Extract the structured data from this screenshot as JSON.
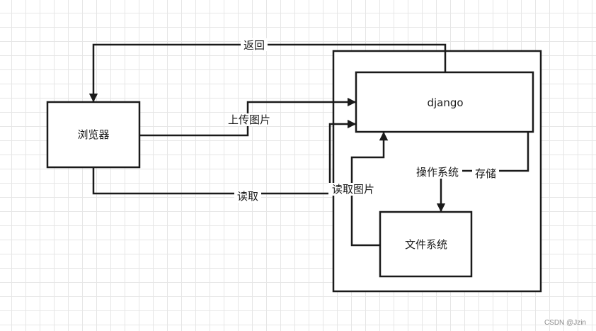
{
  "nodes": {
    "browser": "浏览器",
    "django": "django",
    "filesystem": "文件系统"
  },
  "edges": {
    "return": "返回",
    "upload": "上传图片",
    "read": "读取",
    "read_image": "读取图片",
    "os": "操作系统",
    "store": "存储"
  },
  "watermark": "CSDN @Jzin",
  "colors": {
    "stroke": "#1a1a1a",
    "grid": "#e6e6e6"
  }
}
